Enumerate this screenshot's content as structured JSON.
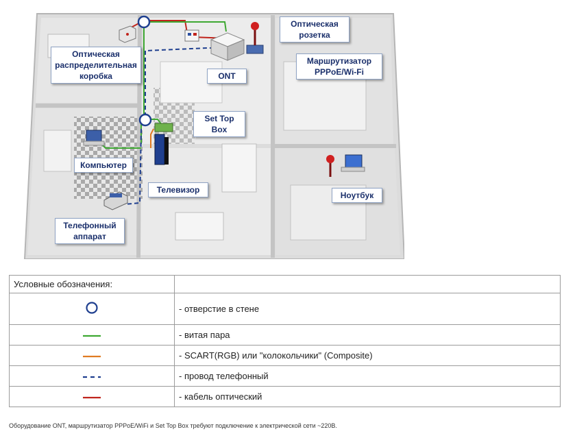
{
  "callouts": {
    "distribution_box": "Оптическая\nраспределительная\nкоробка",
    "optical_socket": "Оптическая\nрозетка",
    "router": "Маршрутизатор\nPPPoE/Wi-Fi",
    "ont": "ONT",
    "set_top_box": "Set Top\nBox",
    "computer": "Компьютер",
    "tv": "Телевизор",
    "laptop": "Ноутбук",
    "phone": "Телефонный\nаппарат"
  },
  "legend": {
    "header": "Условные обозначения:",
    "rows": [
      {
        "symbol": "circle",
        "color": "#1f3f8f",
        "label": "- отверстие в стене"
      },
      {
        "symbol": "solid",
        "color": "#3ea832",
        "label": "- витая пара"
      },
      {
        "symbol": "solid",
        "color": "#e07b22",
        "label": "- SCART(RGB) или \"колокольчики\" (Composite)"
      },
      {
        "symbol": "dashed",
        "color": "#1f3f8f",
        "label": "- провод телефонный"
      },
      {
        "symbol": "solid",
        "color": "#c0241c",
        "label": "- кабель оптический"
      }
    ]
  },
  "footnote": "Оборудование ONT, маршрутизатор PPPoE/WiFi и Set Top Box требуют подключение к электрической сети ~220В."
}
